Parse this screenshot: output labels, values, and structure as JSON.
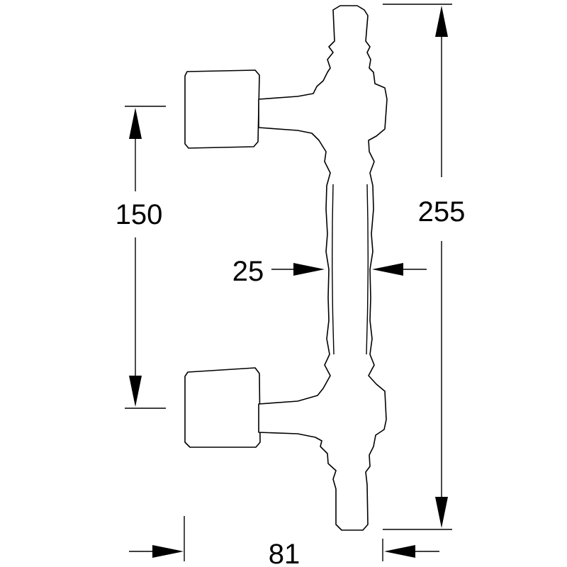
{
  "drawing": {
    "subject": "pull-handle",
    "dimensions": {
      "centres": "150",
      "overall_length": "255",
      "grip_diameter": "25",
      "projection": "81"
    }
  }
}
